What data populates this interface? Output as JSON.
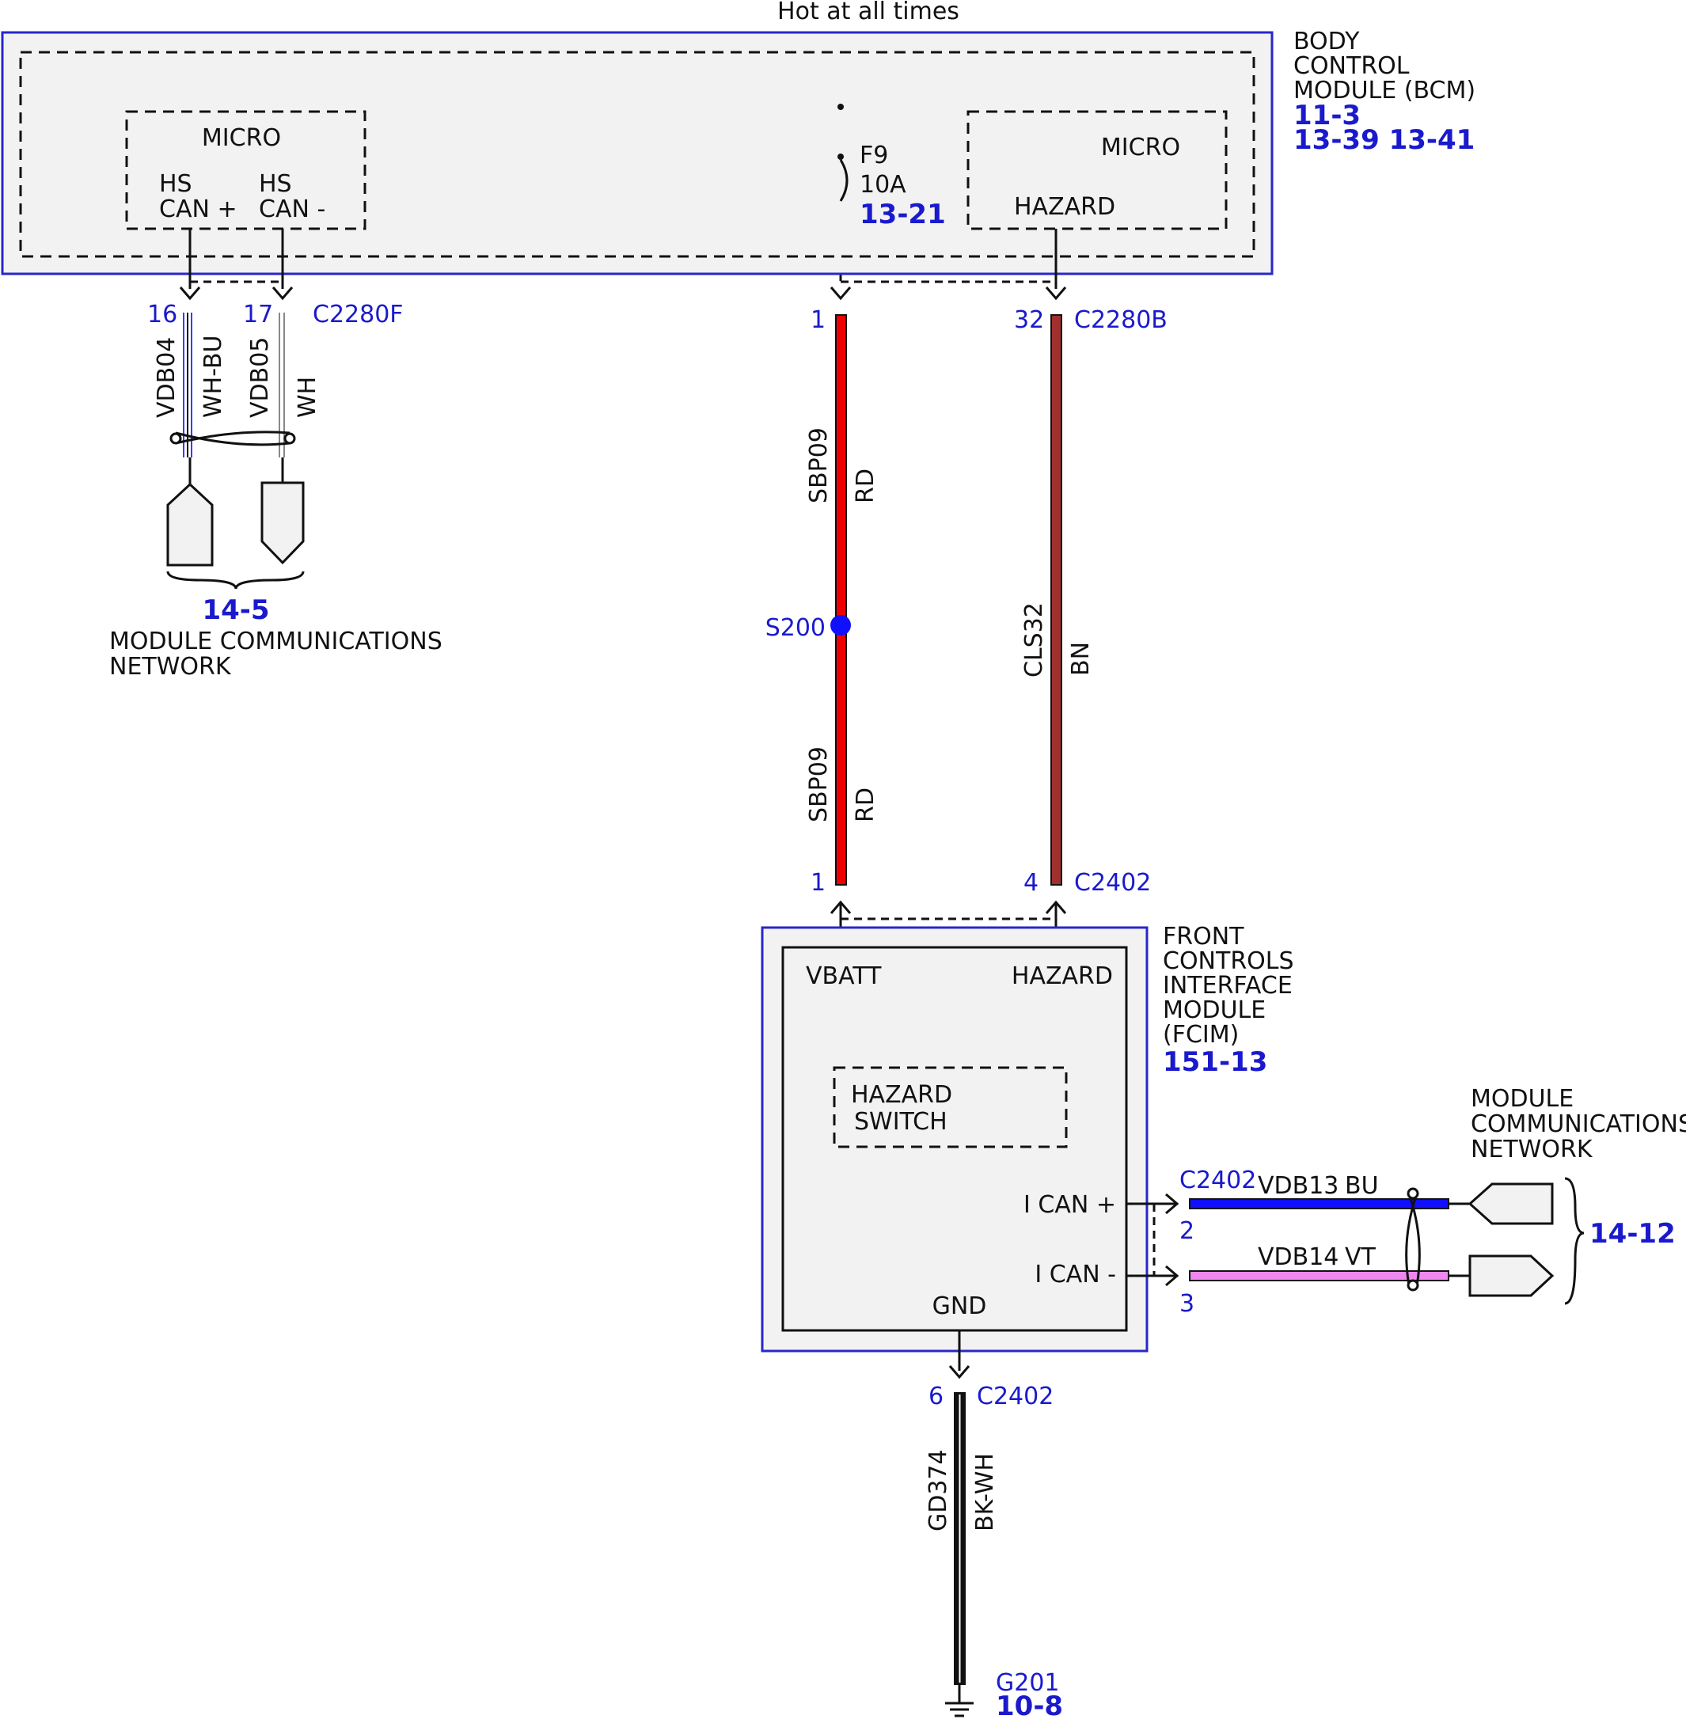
{
  "power": {
    "source": "Hot at all times"
  },
  "bcm": {
    "name": [
      "BODY",
      "CONTROL",
      "MODULE (BCM)"
    ],
    "refs": [
      "11-3",
      "13-39 13-41"
    ],
    "micro_left": {
      "title": "MICRO",
      "pin1": [
        "HS",
        "CAN +"
      ],
      "pin2": [
        "HS",
        "CAN -"
      ]
    },
    "micro_right": {
      "title": "MICRO",
      "pin": "HAZARD"
    },
    "fuse": {
      "name": "F9",
      "rating": "10A",
      "ref": "13-21"
    }
  },
  "connectors": {
    "c2280f": {
      "name": "C2280F",
      "pins": [
        "16",
        "17"
      ]
    },
    "c2280b": {
      "name": "C2280B",
      "pins": [
        "1",
        "32"
      ]
    },
    "c2402_top": {
      "name": "C2402",
      "pins": [
        "1",
        "4"
      ]
    },
    "c2402_can": {
      "name": "C2402",
      "pins": [
        "2",
        "3"
      ]
    },
    "c2402_gnd": {
      "name": "C2402",
      "pin": "6"
    }
  },
  "wires": {
    "vdb04": {
      "circuit": "VDB04",
      "color_code": "WH-BU",
      "color": "#3a3aff"
    },
    "vdb05": {
      "circuit": "VDB05",
      "color_code": "WH",
      "color": "#cccccc"
    },
    "sbp09": {
      "circuit": "SBP09",
      "color_code": "RD",
      "color": "#ee0000"
    },
    "cls32": {
      "circuit": "CLS32",
      "color_code": "BN",
      "color": "#a03030"
    },
    "vdb13": {
      "circuit": "VDB13",
      "color_code": "BU",
      "color": "#1010ff"
    },
    "vdb14": {
      "circuit": "VDB14",
      "color_code": "VT",
      "color": "#ee88ee"
    },
    "gd374": {
      "circuit": "GD374",
      "color_code": "BK-WH",
      "color": "#111111"
    }
  },
  "splice": {
    "name": "S200"
  },
  "network_left": {
    "ref": "14-5",
    "name": [
      "MODULE COMMUNICATIONS",
      "NETWORK"
    ]
  },
  "network_right": {
    "ref": "14-12",
    "name": [
      "MODULE",
      "COMMUNICATIONS",
      "NETWORK"
    ]
  },
  "fcim": {
    "name": [
      "FRONT",
      "CONTROLS",
      "INTERFACE",
      "MODULE",
      "(FCIM)"
    ],
    "ref": "151-13",
    "pins": {
      "vbatt": "VBATT",
      "hazard": "HAZARD",
      "ican_plus": "I CAN +",
      "ican_minus": "I CAN -",
      "gnd": "GND"
    },
    "switch": [
      "HAZARD",
      "SWITCH"
    ]
  },
  "ground": {
    "name": "G201",
    "ref": "10-8"
  }
}
